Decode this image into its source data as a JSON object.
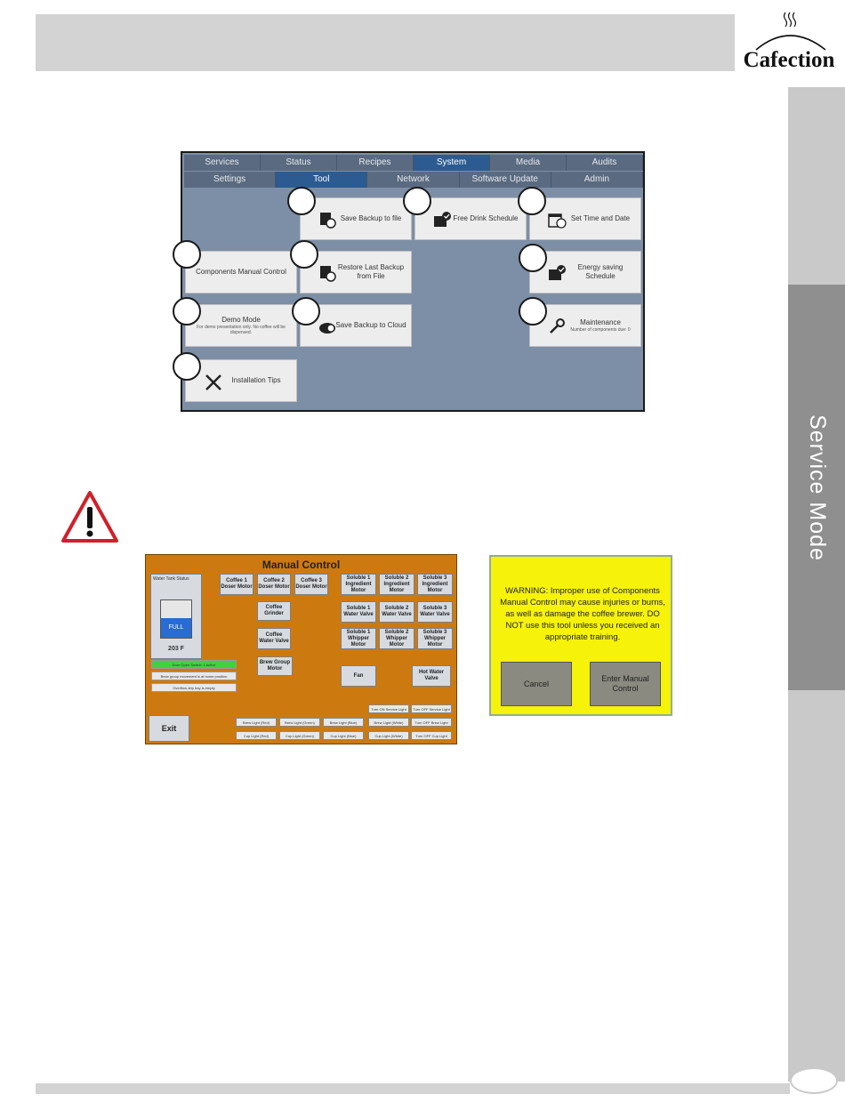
{
  "brand": {
    "name": "Cafection"
  },
  "sidebar": {
    "section_label": "Service Mode"
  },
  "tool_screen": {
    "tabs_row1": [
      "Services",
      "Status",
      "Recipes",
      "System",
      "Media",
      "Audits"
    ],
    "tabs_row1_active": "System",
    "tabs_row2": [
      "Settings",
      "Tool",
      "Network",
      "Software Update",
      "Admin"
    ],
    "tabs_row2_active": "Tool",
    "tiles": {
      "save_backup_file": "Save Backup to file",
      "free_drink_schedule": "Free Drink Schedule",
      "set_time_date": "Set Time and Date",
      "components_manual": "Components Manual Control",
      "restore_backup": "Restore Last Backup from File",
      "energy_saving": "Energy saving Schedule",
      "demo_mode": "Demo Mode",
      "demo_mode_sub": "For demo presentation only. No coffee will be dispensed.",
      "save_backup_cloud": "Save Backup to Cloud",
      "maintenance": "Maintenance",
      "maintenance_sub": "Number of components due: 0",
      "installation_tips": "Installation Tips"
    }
  },
  "manual_control": {
    "title": "Manual Control",
    "status_title": "Water Tank Status",
    "tank_level": "FULL",
    "temperature": "203 F",
    "buttons": {
      "coffee1_doser": "Coffee 1 Doser Motor",
      "coffee2_doser": "Coffee 2 Doser Motor",
      "coffee3_doser": "Coffee 3 Doser Motor",
      "soluble1_ingredient": "Soluble 1 Ingredient Motor",
      "soluble2_ingredient": "Soluble 2 Ingredient Motor",
      "soluble3_ingredient": "Soluble 3 Ingredient Motor",
      "coffee_grinder": "Coffee Grinder",
      "soluble1_water": "Soluble 1 Water Valve",
      "soluble2_water": "Soluble 2 Water Valve",
      "soluble3_water": "Soluble 3 Water Valve",
      "coffee_water": "Coffee Water Valve",
      "soluble1_whipper": "Soluble 1 Whipper Motor",
      "soluble2_whipper": "Soluble 2 Whipper Motor",
      "soluble3_whipper": "Soluble 3 Whipper Motor",
      "brew_group": "Brew Group Motor",
      "fan": "Fan",
      "hot_water": "Hot Water Valve",
      "exit": "Exit"
    },
    "messages": [
      "Door Open Switch: 1 Active",
      "Brew group movement is at home position",
      "Overflow drip tray is empty"
    ],
    "light_buttons": {
      "turn_on_service": "Turn ON Service Light",
      "turn_off_service": "Turn OFF Service Light",
      "brew_light_red": "Brew Light (Red)",
      "brew_light_green": "Brew Light (Green)",
      "brew_light_blue": "Brew Light (Blue)",
      "brew_light_white": "Brew Light (White)",
      "turn_off_brew": "Turn OFF Brew Light",
      "cup_light_red": "Cup Light (Red)",
      "cup_light_green": "Cup Light (Green)",
      "cup_light_blue": "Cup Light (Blue)",
      "cup_light_white": "Cup Light (White)",
      "turn_off_cup": "Turn OFF Cup Light"
    }
  },
  "warning_screen": {
    "message": "WARNING: Improper use of Components Manual Control may cause injuries or burns, as well as damage the coffee brewer. DO NOT use this tool unless you received an appropriate training.",
    "cancel_label": "Cancel",
    "enter_label": "Enter Manual Control"
  },
  "colors": {
    "tool_bg": "#7d8fa6",
    "tab_active": "#2b5b91",
    "manual_bg": "#cc7a10",
    "warning_bg": "#f6f20a",
    "warning_red": "#d0202a"
  }
}
